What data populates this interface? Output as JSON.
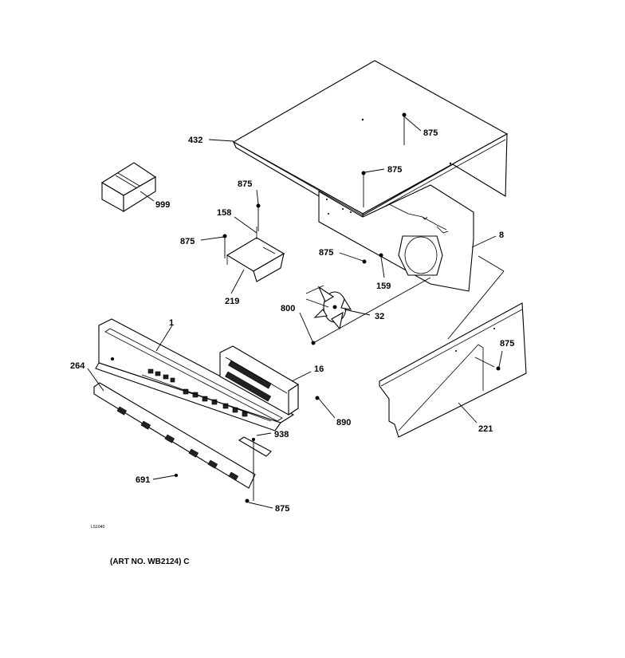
{
  "callouts": [
    {
      "key": "c432",
      "text": "432"
    },
    {
      "key": "c875a",
      "text": "875"
    },
    {
      "key": "c875b",
      "text": "875"
    },
    {
      "key": "c999",
      "text": "999"
    },
    {
      "key": "c875c",
      "text": "875"
    },
    {
      "key": "c158",
      "text": "158"
    },
    {
      "key": "c875d",
      "text": "875"
    },
    {
      "key": "c219",
      "text": "219"
    },
    {
      "key": "c875e",
      "text": "875"
    },
    {
      "key": "c8",
      "text": "8"
    },
    {
      "key": "c159",
      "text": "159"
    },
    {
      "key": "c800",
      "text": "800"
    },
    {
      "key": "c32",
      "text": "32"
    },
    {
      "key": "c1",
      "text": "1"
    },
    {
      "key": "c264",
      "text": "264"
    },
    {
      "key": "c16",
      "text": "16"
    },
    {
      "key": "c875f",
      "text": "875"
    },
    {
      "key": "c890",
      "text": "890"
    },
    {
      "key": "c221",
      "text": "221"
    },
    {
      "key": "c938",
      "text": "938"
    },
    {
      "key": "c691",
      "text": "691"
    },
    {
      "key": "c875g",
      "text": "875"
    }
  ],
  "art_code": "LS1040",
  "footer": "(ART NO. WB2124) C"
}
